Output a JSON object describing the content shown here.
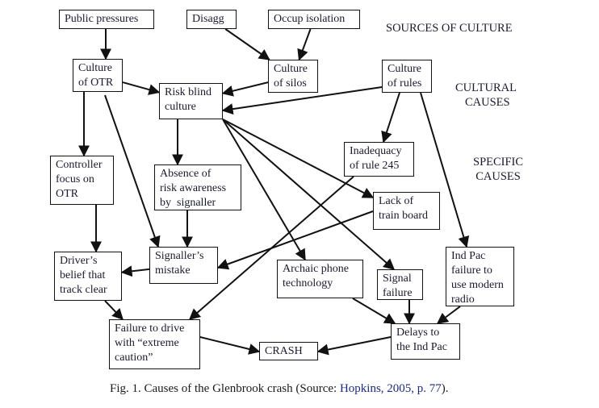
{
  "diagram": {
    "section_labels": {
      "sources": "SOURCES OF CULTURE",
      "cultural": "CULTURAL\n CAUSES",
      "specific": "SPECIFIC\nCAUSES"
    },
    "nodes": {
      "public_pressures": "Public pressures",
      "disagg": "Disagg",
      "occup_isolation": "Occup isolation",
      "culture_otr": "Culture\nof OTR",
      "culture_silos": "Culture\nof silos",
      "culture_rules": "Culture\nof rules",
      "risk_blind": "Risk blind\nculture",
      "controller_focus": "Controller\nfocus on\nOTR",
      "absence_risk": "Absence of\nrisk awareness\nby  signaller",
      "inadequacy_245": "Inadequacy\nof rule 245",
      "lack_train_board": "Lack of\ntrain board",
      "drivers_belief": "Driver’s\nbelief that\ntrack clear",
      "signallers_mistake": "Signaller’s\nmistake",
      "archaic_phone": "Archaic phone\ntechnology",
      "signal_failure": "Signal\nfailure",
      "ind_pac_radio": "Ind Pac\nfailure to\nuse modern\nradio",
      "failure_caution": "Failure to drive\nwith “extreme\ncaution”",
      "crash": "CRASH",
      "delays_ind_pac": "Delays to\nthe Ind Pac"
    },
    "edges": [
      [
        "public_pressures",
        "culture_otr"
      ],
      [
        "disagg",
        "culture_silos"
      ],
      [
        "occup_isolation",
        "culture_silos"
      ],
      [
        "culture_otr",
        "risk_blind"
      ],
      [
        "culture_silos",
        "risk_blind"
      ],
      [
        "culture_rules",
        "risk_blind"
      ],
      [
        "culture_otr",
        "controller_focus"
      ],
      [
        "culture_otr",
        "signallers_mistake"
      ],
      [
        "risk_blind",
        "absence_risk"
      ],
      [
        "risk_blind",
        "lack_train_board"
      ],
      [
        "risk_blind",
        "archaic_phone"
      ],
      [
        "risk_blind",
        "signal_failure"
      ],
      [
        "culture_rules",
        "inadequacy_245"
      ],
      [
        "culture_rules",
        "ind_pac_radio"
      ],
      [
        "inadequacy_245",
        "failure_caution"
      ],
      [
        "lack_train_board",
        "signallers_mistake"
      ],
      [
        "absence_risk",
        "signallers_mistake"
      ],
      [
        "controller_focus",
        "drivers_belief"
      ],
      [
        "signallers_mistake",
        "drivers_belief"
      ],
      [
        "drivers_belief",
        "failure_caution"
      ],
      [
        "failure_caution",
        "crash"
      ],
      [
        "archaic_phone",
        "delays_ind_pac"
      ],
      [
        "signal_failure",
        "delays_ind_pac"
      ],
      [
        "ind_pac_radio",
        "delays_ind_pac"
      ],
      [
        "delays_ind_pac",
        "crash"
      ]
    ],
    "caption": {
      "prefix": "Fig. 1. Causes of the Glenbrook crash (Source: ",
      "source": "Hopkins, 2005, p. 77",
      "suffix": ")."
    },
    "colors": {
      "line": "#111111",
      "source_link": "#1c2a78"
    }
  }
}
